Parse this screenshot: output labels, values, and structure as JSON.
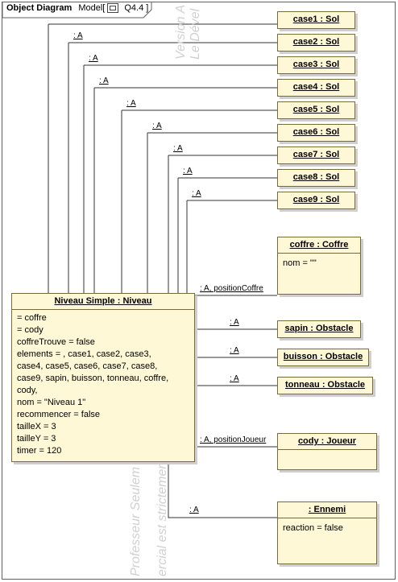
{
  "diagram": {
    "type_label": "Object Diagram",
    "model_label": "Model",
    "name": "Q4.4"
  },
  "watermark": {
    "top_line1": "Version A",
    "top_line2": "Le Dével",
    "bottom_line1": "Professeur Seulem",
    "bottom_line2": "ercial est strictemer"
  },
  "niveau": {
    "title": "Niveau Simple : Niveau",
    "attributes": [
      " = coffre",
      " = cody",
      "coffreTrouve = false",
      "elements = , case1, case2, case3,",
      "case4, case5, case6, case7, case8,",
      "case9, sapin, buisson, tonneau, coffre,",
      "cody,",
      "nom = \"Niveau 1\"",
      "recommencer = false",
      "tailleX = 3",
      "tailleY = 3",
      "timer = 120"
    ]
  },
  "cases": [
    "case1 : Sol",
    "case2 : Sol",
    "case3 : Sol",
    "case4 : Sol",
    "case5 : Sol",
    "case6 : Sol",
    "case7 : Sol",
    "case8 : Sol",
    "case9 : Sol"
  ],
  "coffre": {
    "title": "coffre : Coffre",
    "attr": "nom = \"\""
  },
  "obstacles": [
    "sapin : Obstacle",
    "buisson : Obstacle",
    "tonneau : Obstacle"
  ],
  "joueur": {
    "title": "cody : Joueur"
  },
  "ennemi": {
    "title": ": Ennemi",
    "attr": "reaction = false"
  },
  "links": {
    "plain": ": A",
    "coffre": ": A, positionCoffre",
    "joueur": ": A, positionJoueur"
  }
}
